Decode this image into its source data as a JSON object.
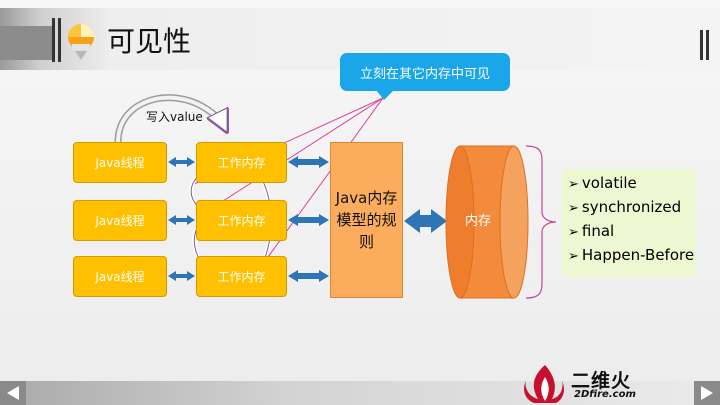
{
  "page": {
    "title": "可见性",
    "callout": "立刻在其它内存中可见",
    "write_label": "写入value"
  },
  "threads": [
    "Java线程",
    "Java线程",
    "Java线程"
  ],
  "work_memories": [
    "工作内存",
    "工作内存",
    "工作内存"
  ],
  "jmm_label": "Java内存模型的规则",
  "main_memory_label": "内存",
  "keywords": [
    "volatile",
    "synchronized",
    "final",
    "Happen-Before"
  ],
  "bullet": "➢",
  "brand": {
    "cn": "二维火",
    "en": "2Dfire.com"
  },
  "colors": {
    "thread_fill": "#ffc000",
    "jmm_fill": "#fbad5d",
    "memory_fill": "#f28b3b",
    "arrow_blue": "#2e75b6",
    "callout_fill": "#1aa6e8",
    "keyword_bg": "#edf7d2",
    "bracket": "#c0489a",
    "line_magenta": "#e0409a"
  }
}
